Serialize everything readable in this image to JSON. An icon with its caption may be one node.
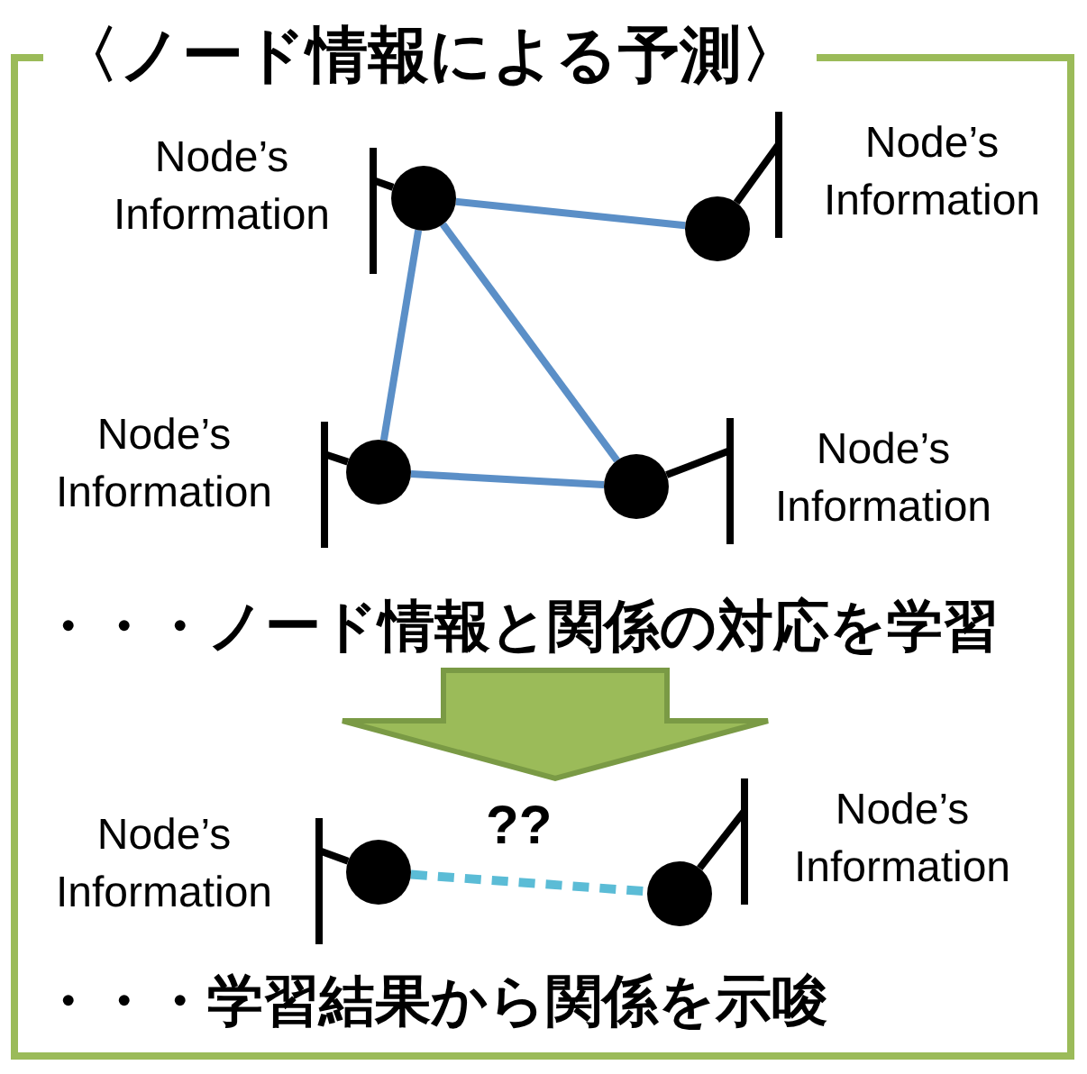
{
  "diagram": {
    "nodes": [
      {
        "text": [
          "〈ノード情報による予測〉"
        ]
      },
      {
        "text": [],
        "shape": "circle",
        "in": 0
      },
      {
        "text": [],
        "shape": "circle",
        "in": 0
      },
      {
        "text": [],
        "shape": "circle",
        "in": 0
      },
      {
        "text": [],
        "shape": "circle",
        "in": 0
      },
      {
        "text": [
          "Node’s Information"
        ],
        "in": 0
      },
      {
        "text": [
          "Node’s Information"
        ],
        "in": 0
      },
      {
        "text": [
          "Node’s Information"
        ],
        "in": 0
      },
      {
        "text": [
          "Node’s Information"
        ],
        "in": 0
      },
      {
        "text": [
          "・・・ノード情報と関係の対応を学習"
        ],
        "in": 0
      },
      {
        "text": [],
        "shape": "circle",
        "in": 0
      },
      {
        "text": [],
        "shape": "circle",
        "in": 0
      },
      {
        "text": [
          "Node’s Information"
        ],
        "in": 0
      },
      {
        "text": [
          "Node’s Information"
        ],
        "in": 0
      }
    ],
    "edges": [
      {
        "from": 1,
        "to": 2,
        "arrow": "none",
        "color": "#5b8fc7"
      },
      {
        "from": 1,
        "to": 3,
        "arrow": "none",
        "color": "#5b8fc7"
      },
      {
        "from": 3,
        "to": 4,
        "arrow": "none",
        "color": "#5b8fc7"
      },
      {
        "from": 1,
        "to": 4,
        "arrow": "none",
        "color": "#5b8fc7"
      },
      {
        "from": 5,
        "to": 1,
        "arrow": "other"
      },
      {
        "from": 6,
        "to": 2,
        "arrow": "other"
      },
      {
        "from": 7,
        "to": 3,
        "arrow": "other"
      },
      {
        "from": 8,
        "to": 4,
        "arrow": "other"
      },
      {
        "from": 9,
        "to": null,
        "arrow": "to",
        "style": "thick",
        "color": "#9bbb59"
      },
      {
        "from": 10,
        "to": 11,
        "arrow": "none",
        "label": "??",
        "style": "dashed",
        "color": "#5bbcd6"
      },
      {
        "from": 12,
        "to": 10,
        "arrow": "other"
      },
      {
        "from": 13,
        "to": 11,
        "arrow": "other"
      }
    ],
    "labels": [
      "・・・学習結果から関係を示唆"
    ]
  }
}
